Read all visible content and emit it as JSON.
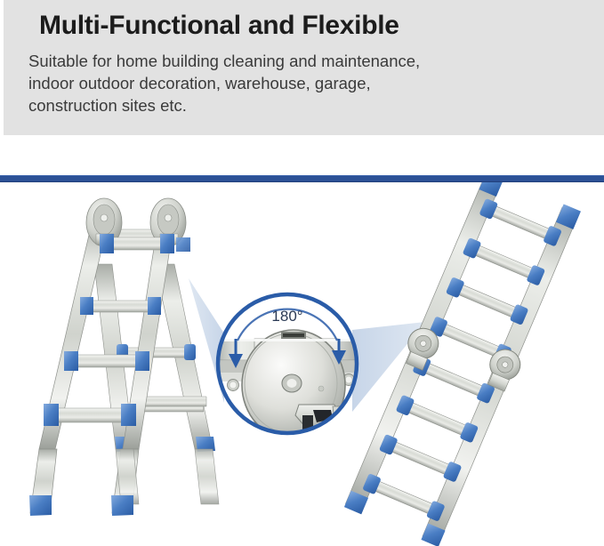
{
  "header": {
    "title": "Multi-Functional and Flexible",
    "description_lines": [
      "Suitable for home building cleaning and maintenance,",
      "indoor outdoor decoration, warehouse, garage,",
      "construction sites etc."
    ],
    "background_color": "#e2e2e2",
    "title_color": "#1c1c1c",
    "text_color": "#3a3a3a"
  },
  "divider": {
    "color": "#2c5196"
  },
  "illustration": {
    "alt": "Multi-position aluminium ladder shown as A-frame and as straight extension ladder with magnified 180 degree hinge detail",
    "left_product": {
      "label": "a-frame-ladder",
      "rungs": 4,
      "hinges": 2
    },
    "right_product": {
      "label": "extension-ladder",
      "rungs": 8
    },
    "callout": {
      "angle_label": "180°",
      "angle_label_color": "#2b3a55",
      "circle_stroke": "#2a5ca8",
      "cone_fill": "#ccd8e8",
      "arrow_color": "#2a5ca8"
    },
    "colors": {
      "aluminium_light": "#e8e9e6",
      "aluminium_mid": "#c9cbc6",
      "aluminium_dark": "#9fa39d",
      "aluminium_shadow": "#7d817c",
      "accent_blue": "#4a7ec4",
      "accent_blue_dark": "#2f62a8",
      "accent_blue_light": "#7ea6dc"
    }
  }
}
